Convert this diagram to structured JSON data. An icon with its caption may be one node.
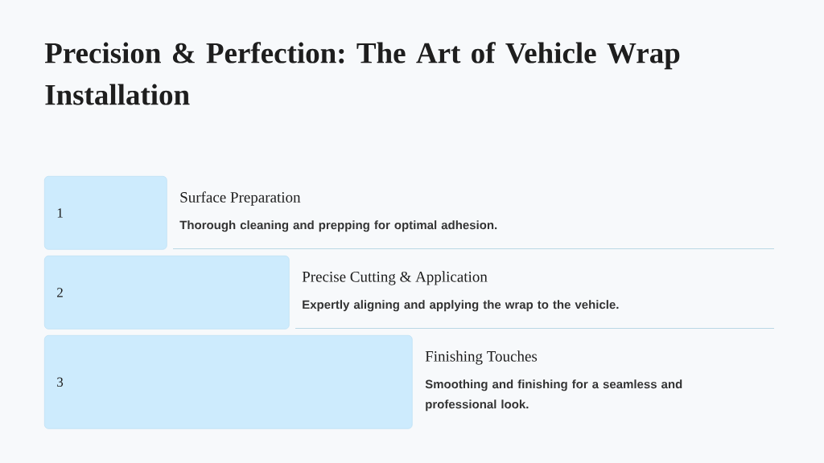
{
  "diagram": {
    "title": "Precision & Perfection: The Art of Vehicle Wrap Installation",
    "nodes": [
      {
        "text": [
          "1"
        ],
        "beside": [
          "Surface Preparation",
          "Thorough cleaning and prepping for optimal adhesion."
        ]
      },
      {
        "text": [
          "2"
        ],
        "beside": [
          "Precise Cutting & Application",
          "Expertly aligning and applying the wrap to the vehicle."
        ]
      },
      {
        "text": [
          "3"
        ],
        "beside": [
          "Finishing Touches",
          "Smoothing and finishing for a seamless and professional look."
        ]
      }
    ]
  }
}
